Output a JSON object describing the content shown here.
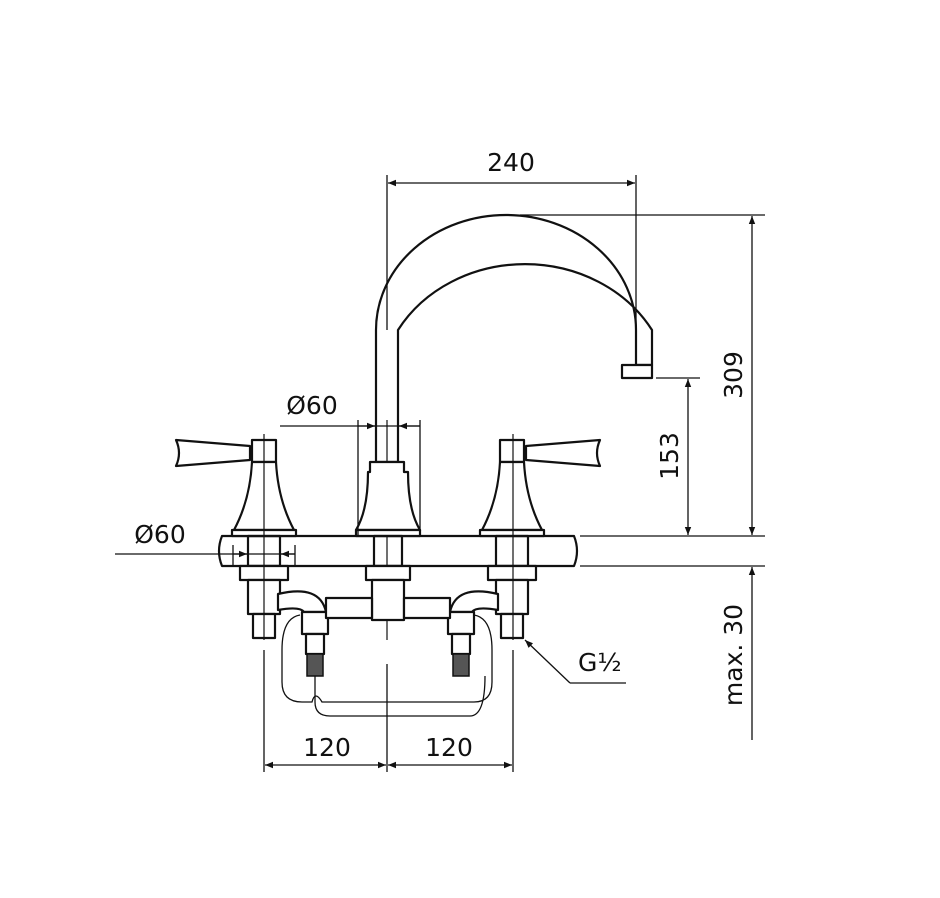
{
  "drawing": {
    "dimensions": {
      "spout_reach": "240",
      "total_height": "309",
      "spout_outlet_height": "153",
      "spout_diameter": "Ø60",
      "valve_diameter": "Ø60",
      "deck_thickness": "max. 30",
      "left_spacing": "120",
      "right_spacing": "120",
      "connection_thread": "G½"
    }
  }
}
